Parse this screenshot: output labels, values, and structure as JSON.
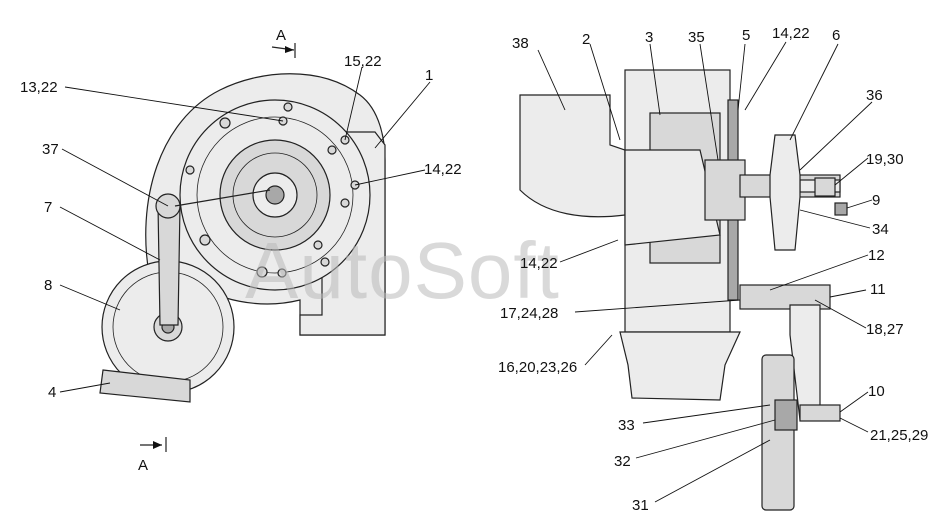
{
  "section_marks": {
    "top": "A",
    "bottom": "A"
  },
  "watermark": "AutoSoft",
  "callouts": {
    "c13_22": "13,22",
    "c15_22": "15,22",
    "c1": "1",
    "c37": "37",
    "c14_22_left": "14,22",
    "c7": "7",
    "c8": "8",
    "c4": "4",
    "c38": "38",
    "c2": "2",
    "c3": "3",
    "c35": "35",
    "c5": "5",
    "c14_22_top": "14,22",
    "c6": "6",
    "c36": "36",
    "c19_30": "19,30",
    "c9": "9",
    "c34": "34",
    "c14_22_mid": "14,22",
    "c12": "12",
    "c11": "11",
    "c17_24_28": "17,24,28",
    "c18_27": "18,27",
    "c16_20_23_26": "16,20,23,26",
    "c10": "10",
    "c33": "33",
    "c21_25_29": "21,25,29",
    "c32": "32",
    "c31": "31"
  }
}
